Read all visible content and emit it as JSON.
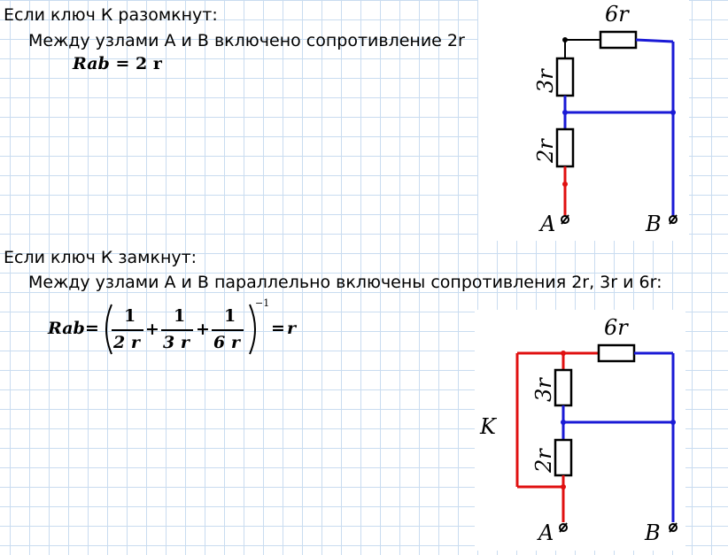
{
  "open_case": {
    "heading": "Если ключ К разомкнут:",
    "description": "Между узлами A и B включено сопротивление 2r",
    "formula": {
      "lhs": "Rab",
      "eq": "=",
      "rhs": "2 r"
    }
  },
  "closed_case": {
    "heading": "Если ключ К замкнут:",
    "description": "Между узлами A и B параллельно включены сопротивления 2r, 3r и 6r:",
    "formula": {
      "lhs": "Rab",
      "eq": "=",
      "fractions": [
        {
          "num": "1",
          "den": "2 r"
        },
        {
          "num": "1",
          "den": "3 r"
        },
        {
          "num": "1",
          "den": "6 r"
        }
      ],
      "plus": "+",
      "exponent": "−1",
      "result_eq": "=",
      "result": "r"
    }
  },
  "circuit_open": {
    "resistor_top": "6r",
    "resistor_mid": "3r",
    "resistor_low": "2r",
    "node_a": "A",
    "node_b": "B",
    "colors": {
      "wire": "#000000",
      "blue": "#1a1ad6",
      "red": "#e01010"
    }
  },
  "circuit_closed": {
    "resistor_top": "6r",
    "resistor_mid": "3r",
    "resistor_low": "2r",
    "key_label": "K",
    "node_a": "A",
    "node_b": "B",
    "colors": {
      "blue": "#1a1ad6",
      "red": "#e01010"
    }
  }
}
